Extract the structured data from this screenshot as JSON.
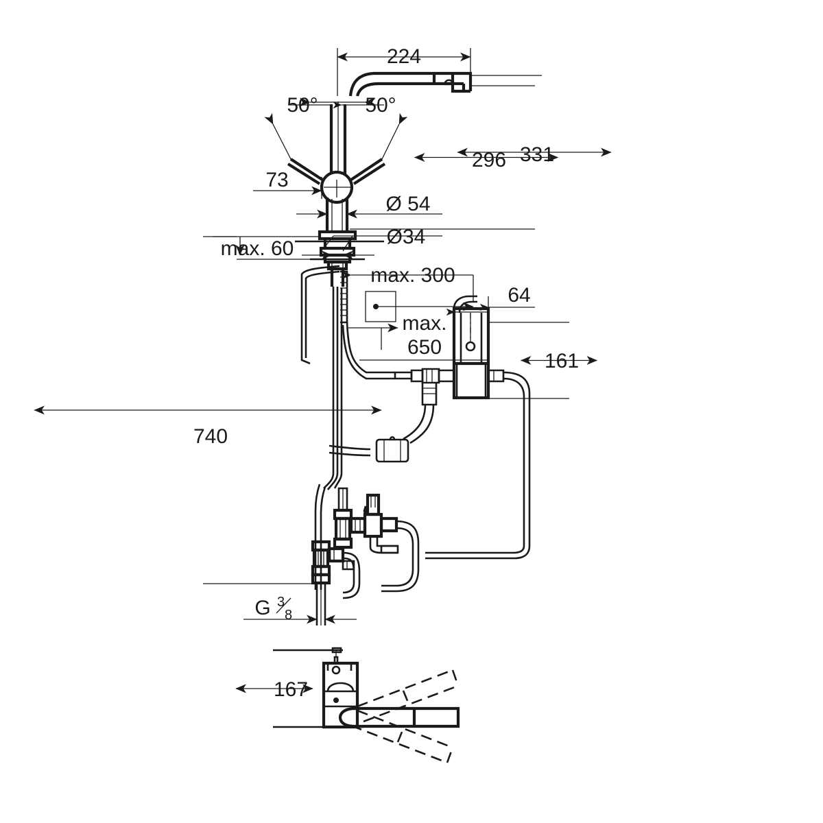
{
  "document": {
    "type": "technical-dimension-drawing",
    "subject": "Kitchen sink mixer tap with pull-out spray, installation dimensions",
    "units": "mm",
    "background_color": "#ffffff",
    "line_color": "#1a1a1a"
  },
  "dimensions": {
    "spout_reach": "224",
    "angle_left": "50°",
    "angle_right": "50°",
    "pivot_offset": "73",
    "spout_height_low": "296",
    "spout_height_high": "331",
    "collar_diameter": "Ø 54",
    "shank_diameter": "Ø34",
    "max_deck_thickness": "max. 60",
    "max_hose_300": "max. 300",
    "max_hose_650": "max.\n650",
    "max_hose_650_line1": "max.",
    "max_hose_650_line2": "650",
    "valve_offset": "64",
    "valve_height": "161",
    "total_height": "740",
    "thread_size_prefix": "G",
    "thread_size_numerator": "3",
    "thread_size_denominator": "8",
    "detail_height": "167"
  },
  "views": [
    {
      "name": "front-elevation",
      "label": "Front elevation with installation dimensions"
    },
    {
      "name": "top-view-detail",
      "label": "Plan view showing swivel range"
    }
  ],
  "labels_ordered": [
    "224",
    "50°",
    "50°",
    "73",
    "296",
    "331",
    "Ø 54",
    "Ø34",
    "max. 60",
    "max. 300",
    "max.",
    "650",
    "64",
    "161",
    "740",
    "G 3/8",
    "167"
  ]
}
